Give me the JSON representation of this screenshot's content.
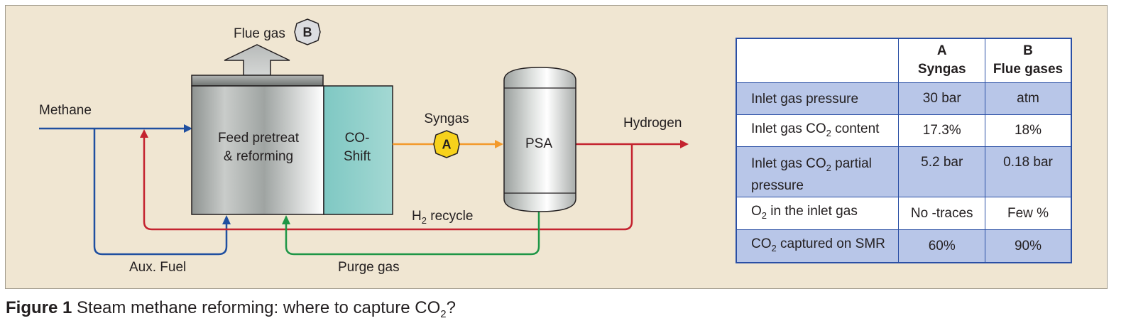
{
  "diagram": {
    "labels": {
      "flue_gas": "Flue gas",
      "marker_b": "B",
      "methane": "Methane",
      "feed_line1": "Feed pretreat",
      "feed_line2": "& reforming",
      "co_line1": "CO-",
      "co_line2": "Shift",
      "syngas": "Syngas",
      "marker_a": "A",
      "psa": "PSA",
      "hydrogen": "Hydrogen",
      "h2_prefix": "H",
      "h2_sub": "2",
      "h2_suffix": " recycle",
      "aux_fuel": "Aux. Fuel",
      "purge_gas": "Purge gas"
    },
    "colors": {
      "methane_line": "#1f4fa0",
      "recycle_line": "#c4232f",
      "syngas_line": "#f39a2b",
      "purge_line": "#1e9646",
      "marker_a": "#f7d21c",
      "marker_b": "#dcdde0",
      "co_shift": "#8fd0cb"
    }
  },
  "table": {
    "headers": [
      {
        "line1": "",
        "line2": ""
      },
      {
        "line1": "A",
        "line2": "Syngas"
      },
      {
        "line1": "B",
        "line2": "Flue gases"
      }
    ],
    "rows": [
      {
        "label_pre": "Inlet gas pressure",
        "label_sub": "",
        "label_post": "",
        "a": "30 bar",
        "b": "atm"
      },
      {
        "label_pre": "Inlet gas CO",
        "label_sub": "2",
        "label_post": " content",
        "a": "17.3%",
        "b": "18%"
      },
      {
        "label_pre": "Inlet gas CO",
        "label_sub": "2",
        "label_post": " partial pressure",
        "a": "5.2 bar",
        "b": "0.18 bar"
      },
      {
        "label_pre": "O",
        "label_sub": "2",
        "label_post": " in the inlet gas",
        "a": "No -traces",
        "b": "Few %"
      },
      {
        "label_pre": "CO",
        "label_sub": "2",
        "label_post": " captured on SMR",
        "a": "60%",
        "b": "90%"
      }
    ]
  },
  "caption": {
    "figure": "Figure 1",
    "text_pre": " Steam methane reforming: where to capture CO",
    "text_sub": "2",
    "text_post": "?"
  }
}
